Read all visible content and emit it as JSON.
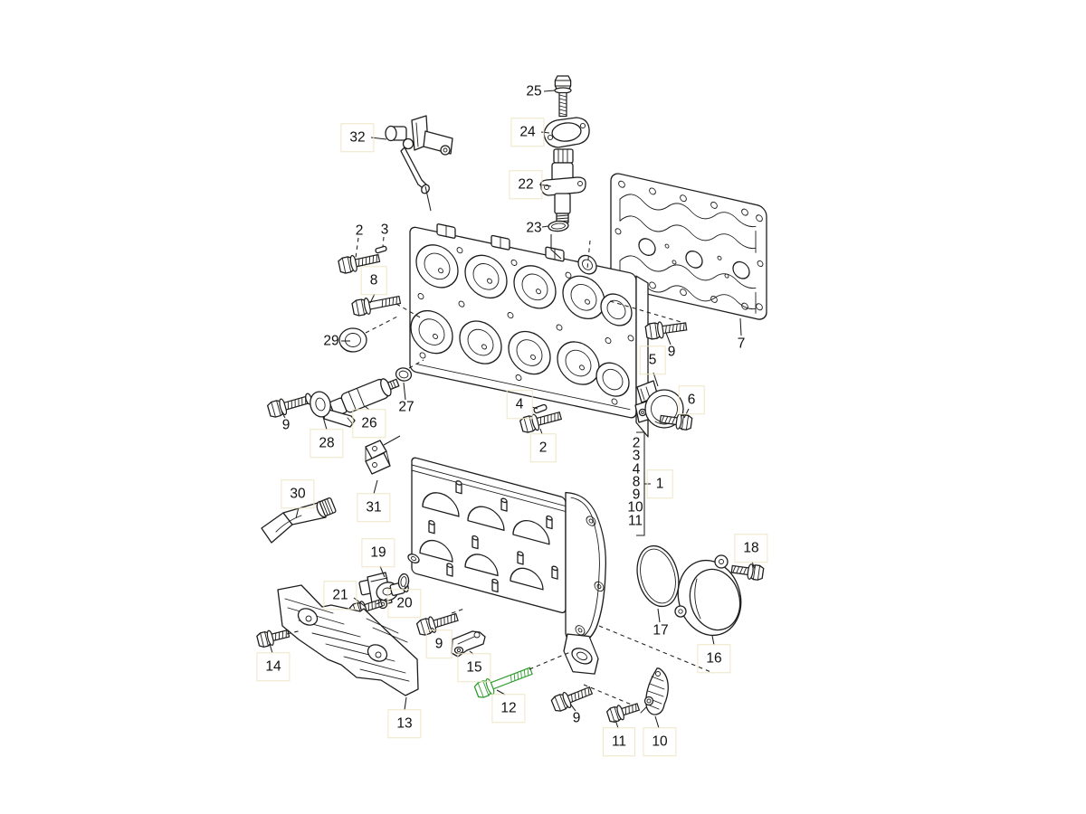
{
  "diagram": {
    "background": "#ffffff",
    "line_color": "#1d1d1b",
    "highlight_color": "#2f9c2f",
    "hotspot_border_color": "#efe5c6"
  },
  "labels": {
    "25": "25",
    "24": "24",
    "22": "22",
    "23": "23",
    "32": "32",
    "2_top": "2",
    "3_top": "3",
    "8": "8",
    "29": "29",
    "27": "27",
    "26": "26",
    "28": "28",
    "9_left": "9",
    "9_top_right": "9",
    "5": "5",
    "6": "6",
    "7": "7",
    "4": "4",
    "2_mid": "2",
    "30": "30",
    "31": "31",
    "19": "19",
    "21": "21",
    "20": "20",
    "14": "14",
    "13": "13",
    "9_mid": "9",
    "15": "15",
    "12": "12",
    "9_bottom": "9",
    "11": "11",
    "10": "10",
    "17": "17",
    "16": "16",
    "18": "18"
  },
  "assembly_callout": {
    "items": [
      "2",
      "3",
      "4",
      "8",
      "9",
      "10",
      "11"
    ],
    "assembly": "1"
  },
  "highlighted_part": "12"
}
